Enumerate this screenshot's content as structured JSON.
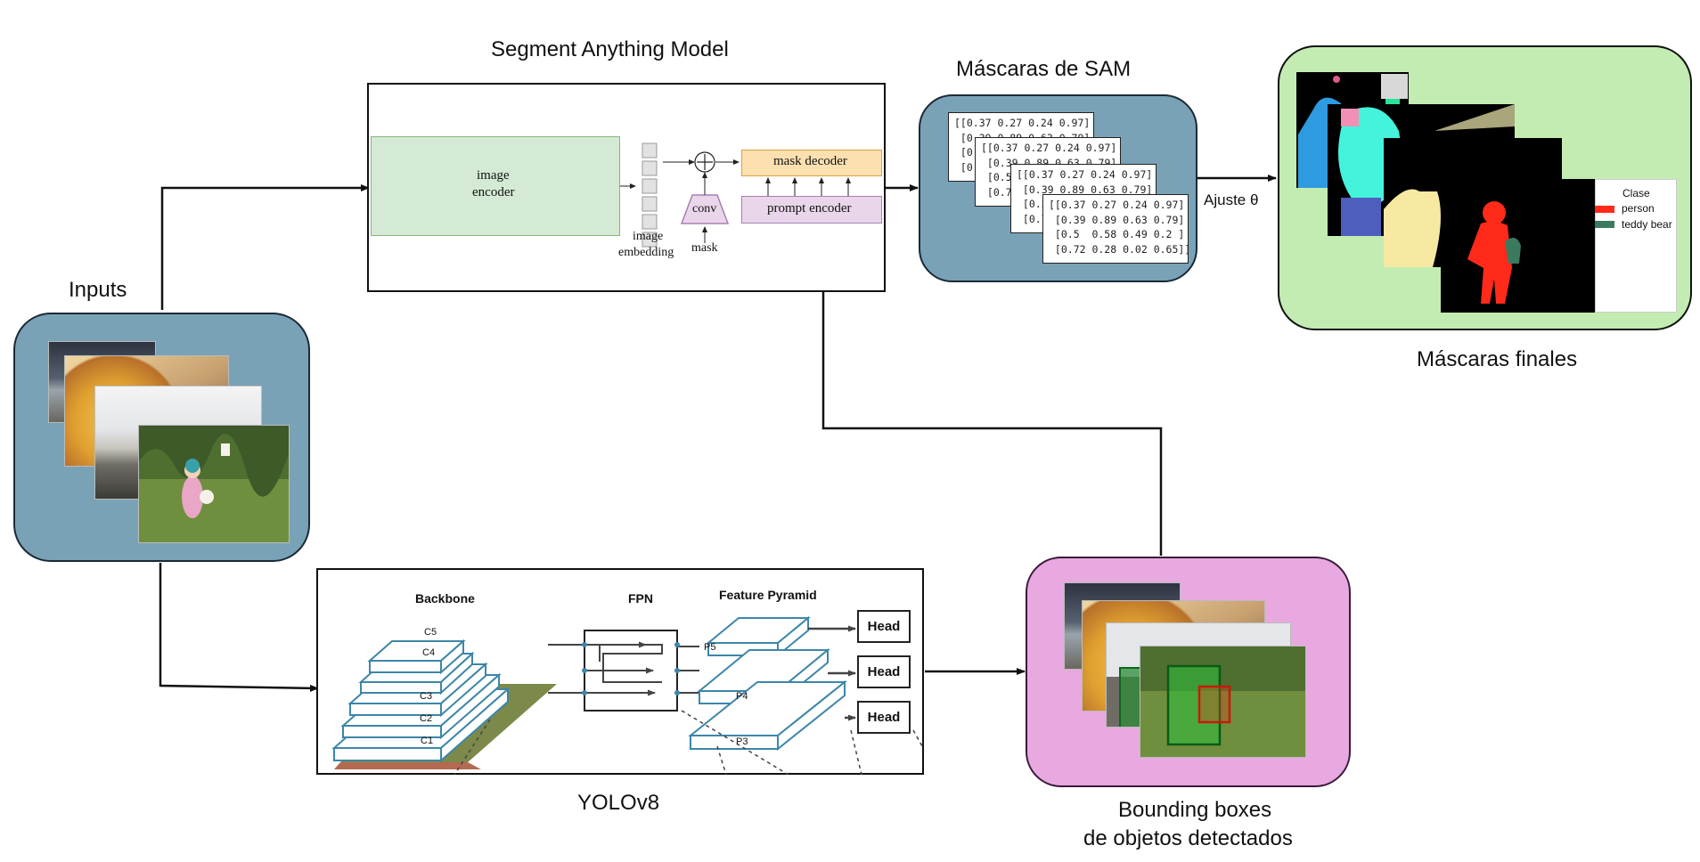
{
  "titles": {
    "sam": "Segment Anything Model",
    "sam_masks": "Máscaras de SAM",
    "inputs": "Inputs",
    "final_masks": "Máscaras finales",
    "yolo": "YOLOv8",
    "bbox_line1": "Bounding boxes",
    "bbox_line2": "de objetos detectados"
  },
  "sam_block": {
    "image_encoder_line1": "image",
    "image_encoder_line2": "encoder",
    "image_embedding_line1": "image",
    "image_embedding_line2": "embedding",
    "mask": "mask",
    "conv": "conv",
    "mask_decoder": "mask decoder",
    "prompt_encoder": "prompt encoder"
  },
  "arrow_label": "Ajuste θ",
  "matrices": [
    "[[0.37 0.27 0.24 0.97]\n [0.39 0.89 0.63 0.79]\n [0.5  0.58 0.49 0.2 ]\n [0.72 0.28 0.02 0.65]]",
    "[[0.37 0.27 0.24 0.97]\n [0.39 0.89 0.63 0.79]\n [0.5  0.58 0.49 0.2 ]\n [0.72 0.28 0.02 0.65]]",
    "[[0.37 0.27 0.24 0.97]\n [0.39 0.89 0.63 0.79]\n [0.5  0.58 0.49 0.2 ]\n [0.72 0.28 0.02 0.65]]",
    "[[0.37 0.27 0.24 0.97]\n [0.39 0.89 0.63 0.79]\n [0.5  0.58 0.49 0.2 ]\n [0.72 0.28 0.02 0.65]]"
  ],
  "legend": {
    "title": "Clase",
    "items": [
      {
        "label": "person",
        "color": "#ff2a1a"
      },
      {
        "label": "teddy bear",
        "color": "#3b7a5e"
      }
    ]
  },
  "yolo_block": {
    "backbone": "Backbone",
    "fpn": "FPN",
    "feature_pyramid": "Feature Pyramid",
    "heads": [
      "Head",
      "Head",
      "Head"
    ],
    "c_levels": [
      "C5",
      "C4",
      "C3",
      "C2",
      "C1"
    ],
    "p_levels": [
      "P5",
      "P4",
      "P3"
    ]
  },
  "colors": {
    "input_panel": "#7aa2b6",
    "sam_panel": "#7aa2b6",
    "final_panel": "#c3ecb2",
    "bbox_panel": "#e8a8e0",
    "image_encoder": "#d4ead4",
    "mask_decoder": "#fde0b0",
    "prompt_encoder": "#ead6ea",
    "yolo_stroke": "#3d86a8"
  }
}
